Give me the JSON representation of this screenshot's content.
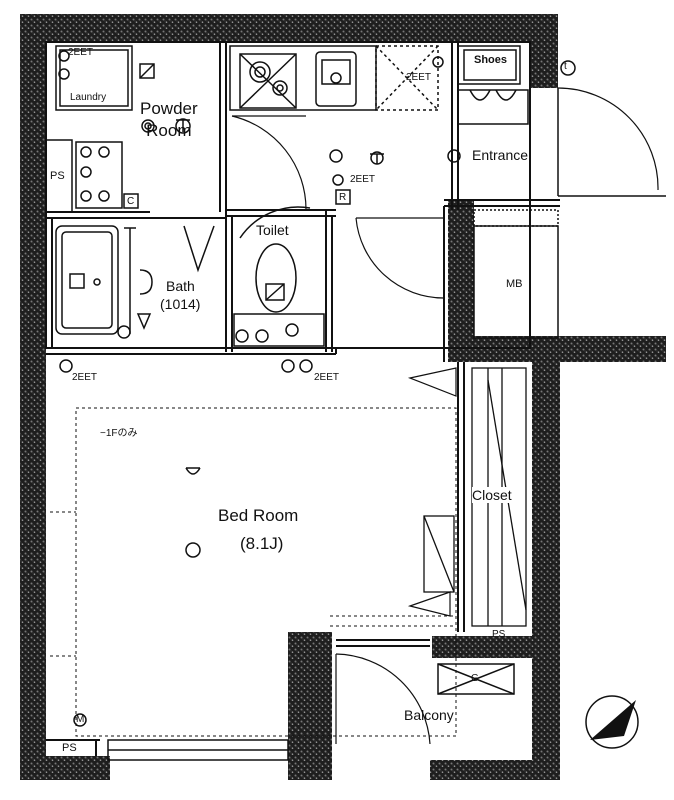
{
  "rooms": {
    "laundry": "Laundry",
    "powder_room": "Powder\nRoom",
    "ps_top": "PS",
    "ps_bottom": "PS",
    "ps_right": "PS",
    "c_mark": "C",
    "r_mark": "R",
    "g_mark": "G",
    "m_mark": "M",
    "t_mark": "t",
    "shoes": "Shoes",
    "entrance": "Entrance",
    "toilet": "Toilet",
    "bath": "Bath",
    "bath_size": "(1014)",
    "mb": "MB",
    "closet": "Closet",
    "bed_room": "Bed Room",
    "bed_size": "(8.1J)",
    "balcony": "Balcony",
    "note_1f": "−1Fのみ"
  },
  "outlets": {
    "laundry": "2EET",
    "kitchen": "2EET",
    "hall": "2EET",
    "bed_left": "2EET",
    "bed_right": "2EET"
  },
  "colors": {
    "wall": "#2a2a2a",
    "line": "#111111",
    "background": "#ffffff"
  }
}
